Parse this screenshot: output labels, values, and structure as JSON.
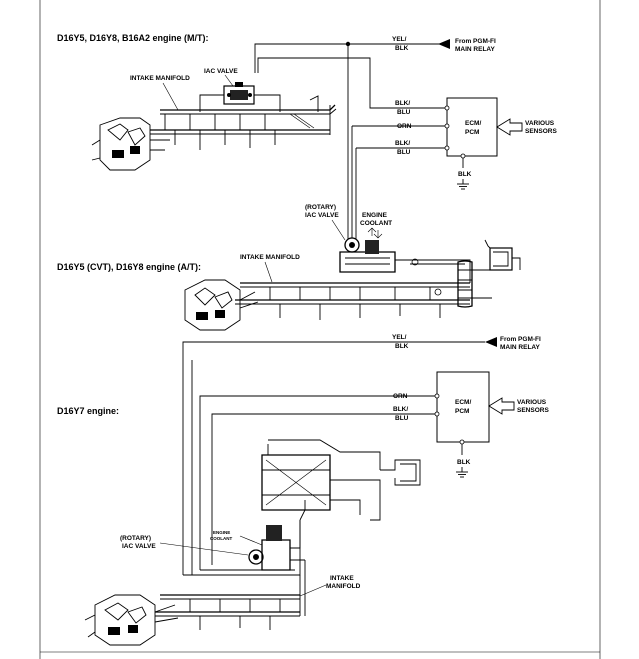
{
  "sections": {
    "mt": {
      "title": "D16Y5, D16Y8, B16A2 engine (M/T):"
    },
    "at": {
      "title": "D16Y5 (CVT), D16Y8 engine (A/T):"
    },
    "d16y7": {
      "title": "D16Y7 engine:"
    }
  },
  "labels": {
    "yel_blk_1": "YEL/",
    "yel_blk_1b": "BLK",
    "pgm_fi_1a": "From PGM-FI",
    "pgm_fi_1b": "MAIN RELAY",
    "iac_valve": "IAC VALVE",
    "intake_manifold_1": "INTAKE MANIFOLD",
    "blk_blu_1a": "BLK/",
    "blk_blu_1b": "BLU",
    "orn_1": "ORN",
    "blk_blu_2a": "BLK/",
    "blk_blu_2b": "BLU",
    "ecm_pcm_1a": "ECM/",
    "ecm_pcm_1b": "PCM",
    "various_1a": "VARIOUS",
    "various_1b": "SENSORS",
    "blk_gnd_1": "BLK",
    "rotary_1a": "(ROTARY)",
    "rotary_1b": "IAC VALVE",
    "coolant_1a": "ENGINE",
    "coolant_1b": "COOLANT",
    "intake_manifold_2": "INTAKE MANIFOLD",
    "yel_blk_2a": "YEL/",
    "yel_blk_2b": "BLK",
    "pgm_fi_2a": "From PGM-FI",
    "pgm_fi_2b": "MAIN RELAY",
    "orn_2": "ORN",
    "blk_blu_3a": "BLK/",
    "blk_blu_3b": "BLU",
    "ecm_pcm_2a": "ECM/",
    "ecm_pcm_2b": "PCM",
    "various_2a": "VARIOUS",
    "various_2b": "SENSORS",
    "blk_gnd_2": "BLK",
    "rotary_2a": "(ROTARY)",
    "rotary_2b": "IAC VALVE",
    "coolant_2a": "ENGINE",
    "coolant_2b": "COOLANT",
    "intake_manifold_3a": "INTAKE",
    "intake_manifold_3b": "MANIFOLD"
  }
}
